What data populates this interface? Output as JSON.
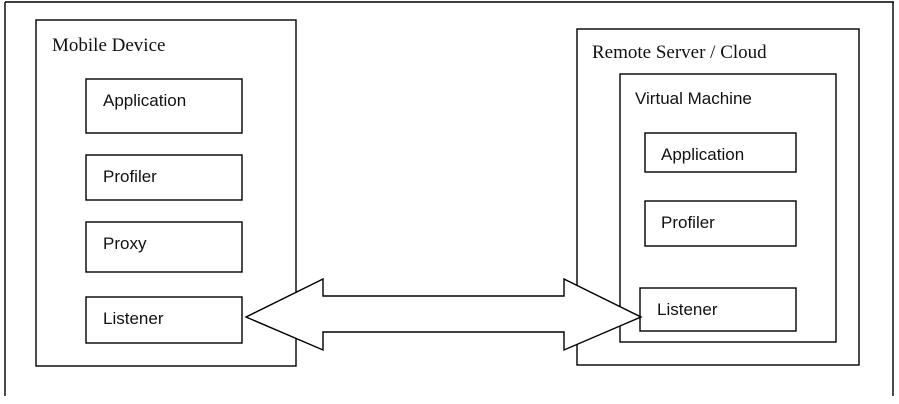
{
  "mobile_device": {
    "title": "Mobile Device",
    "components": [
      "Application",
      "Profiler",
      "Proxy",
      "Listener"
    ]
  },
  "remote_server": {
    "title": "Remote Server / Cloud",
    "virtual_machine": {
      "title": "Virtual Machine",
      "components": [
        "Application",
        "Profiler",
        "Listener"
      ]
    }
  },
  "connection": {
    "type": "bidirectional-arrow",
    "from": "mobile_device.Listener",
    "to": "virtual_machine.Listener"
  },
  "colors": {
    "stroke": "#000000",
    "background": "#ffffff",
    "text": "#111111"
  }
}
